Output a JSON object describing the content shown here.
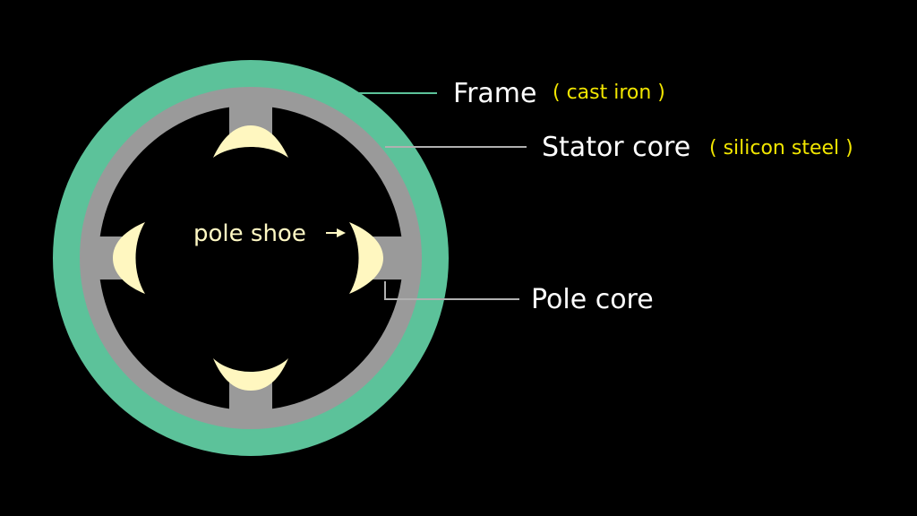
{
  "labels": {
    "frame": {
      "name": "Frame",
      "material": "( cast iron )"
    },
    "stator_core": {
      "name": "Stator core",
      "material": "( silicon steel )"
    },
    "pole_core": {
      "name": "Pole core"
    },
    "pole_shoe": {
      "name": "pole shoe"
    }
  },
  "colors": {
    "background": "#000000",
    "frame": "#5cc29a",
    "stator_core": "#9a9a9a",
    "pole_shoe": "#fff7c0",
    "leader_line": "#b0b0b0",
    "label_main": "#ffffff",
    "label_material": "#f2e600",
    "label_pole_shoe": "#fff9c4"
  }
}
